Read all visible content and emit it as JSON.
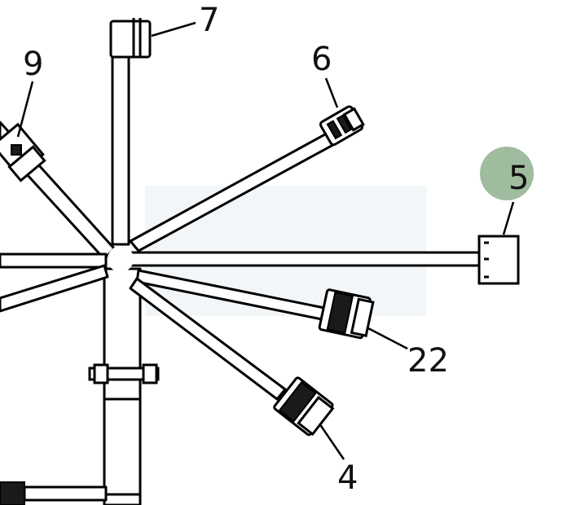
{
  "diagram": {
    "callouts": [
      {
        "id": "7",
        "label": "7"
      },
      {
        "id": "9",
        "label": "9"
      },
      {
        "id": "6",
        "label": "6"
      },
      {
        "id": "5",
        "label": "5",
        "highlighted": true
      },
      {
        "id": "22",
        "label": "22"
      },
      {
        "id": "4",
        "label": "4"
      }
    ],
    "colors": {
      "line": "#000000",
      "highlight": "#8fb08e",
      "background": "#ffffff"
    }
  }
}
